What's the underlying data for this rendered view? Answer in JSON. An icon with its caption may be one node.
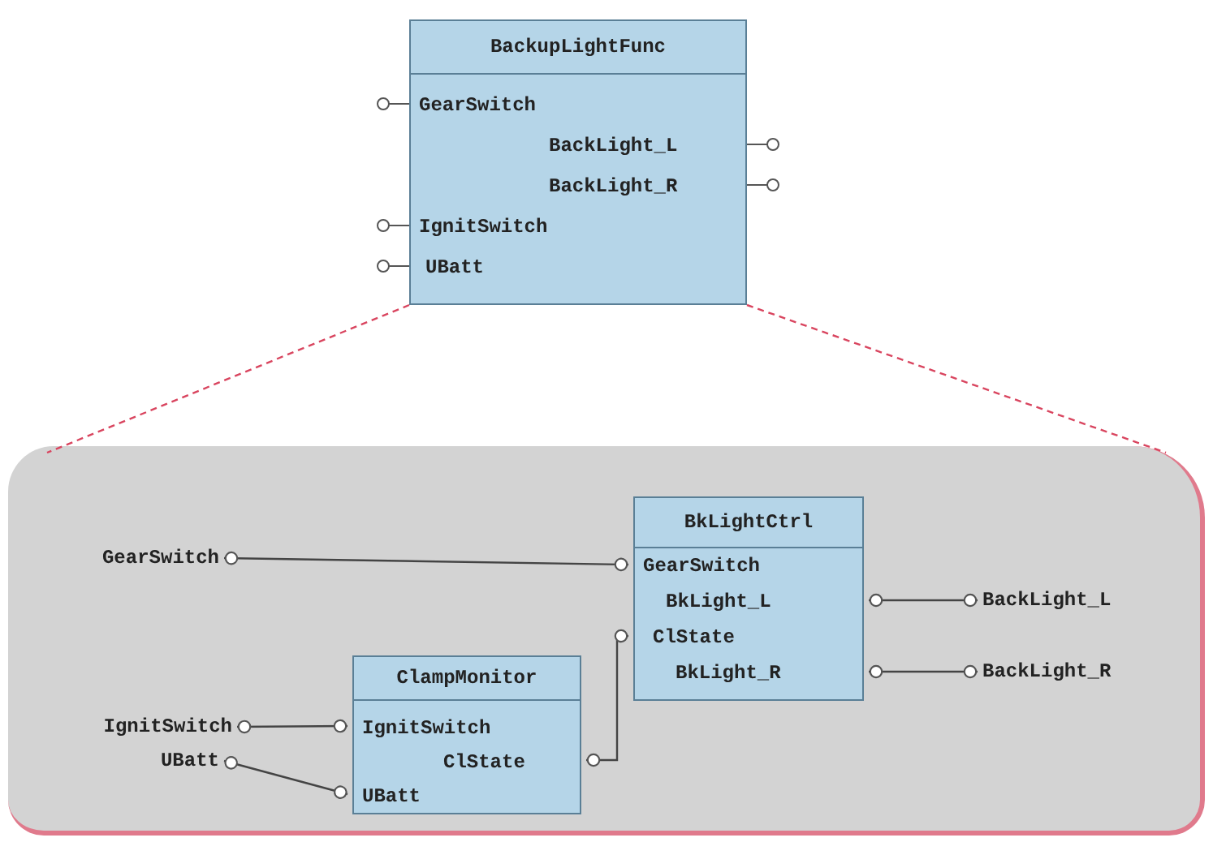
{
  "diagram": {
    "nodes": [
      {
        "text": [
          "BackupLightFunc",
          "GearSwitch",
          "BackLight_L",
          "BackLight_R",
          "IgnitSwitch",
          "UBatt"
        ]
      },
      {
        "text": [],
        "shape": "box"
      },
      {
        "text": [
          "GearSwitch"
        ],
        "in": 1
      },
      {
        "text": [
          "BkLightCtrl",
          "GearSwitch",
          "BkLight_L",
          "ClState",
          "BkLight_R"
        ],
        "in": 1
      },
      {
        "text": [
          "ClampMonitor",
          "IgnitSwitch",
          "ClState",
          "UBatt"
        ],
        "in": 1
      },
      {
        "text": [
          "IgnitSwitch"
        ],
        "in": 1
      },
      {
        "text": [
          "UBatt"
        ],
        "in": 1
      },
      {
        "text": [
          "BackLight_L"
        ],
        "in": 1
      },
      {
        "text": [
          "BackLight_R"
        ],
        "in": 1
      }
    ],
    "edges": [
      {
        "from": 0,
        "to": 1,
        "arrow": "none",
        "style": "dashed",
        "color": "#d9455f"
      },
      {
        "from": 0,
        "to": 1,
        "arrow": "none",
        "style": "dashed",
        "color": "#d9455f"
      },
      {
        "from": 2,
        "to": 3,
        "arrow": "other"
      },
      {
        "from": 5,
        "to": 4,
        "arrow": "other"
      },
      {
        "from": 6,
        "to": 4,
        "arrow": "other"
      },
      {
        "from": 4,
        "to": 3,
        "arrow": "other"
      },
      {
        "from": 3,
        "to": 7,
        "arrow": "other"
      },
      {
        "from": 3,
        "to": 8,
        "arrow": "other"
      }
    ]
  }
}
